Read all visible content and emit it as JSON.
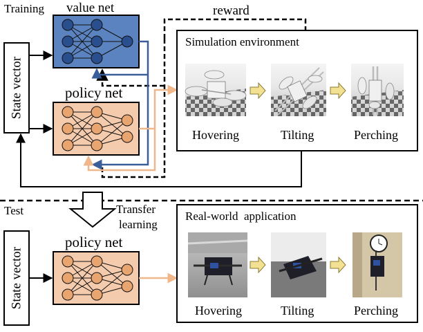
{
  "training": {
    "section_label": "Training",
    "state_vector": "State vector",
    "value_net": "value net",
    "policy_net": "policy net",
    "reward": "reward",
    "env_title": "Simulation environment",
    "stages": [
      "Hovering",
      "Tilting",
      "Perching"
    ]
  },
  "test": {
    "section_label": "Test",
    "state_vector": "State vector",
    "policy_net": "policy net",
    "transfer": [
      "Transfer",
      "learning"
    ],
    "env_title": "Real-world  application",
    "stages": [
      "Hovering",
      "Tilting",
      "Perching"
    ]
  },
  "colors": {
    "value_net_fill": "#5b83bf",
    "policy_net_fill": "#f5cbad",
    "node_value": "#2a4f8e",
    "node_policy": "#e8a570",
    "blue_line": "#3a5e99",
    "orange_line": "#f0b78b",
    "arrow_yellow": "#f2e093"
  },
  "icons": [
    "drone-sim-hovering-image",
    "drone-sim-tilting-image",
    "drone-sim-perching-image",
    "drone-real-hovering-image",
    "drone-real-tilting-image",
    "drone-real-perching-image"
  ]
}
